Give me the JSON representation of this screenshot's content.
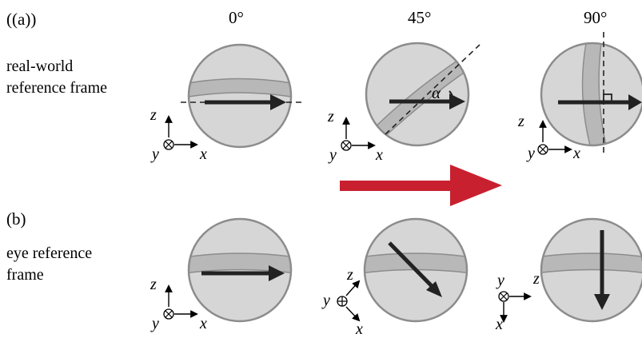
{
  "panel_a": {
    "label": "(a)",
    "frame_label": "real-world\nreference frame",
    "angles": [
      "0°",
      "45°",
      "90°"
    ],
    "angle_symbol": "α"
  },
  "panel_b": {
    "label": "(b)",
    "frame_label": "eye reference\nframe"
  },
  "axes": {
    "x": "x",
    "y": "y",
    "z": "z"
  },
  "colors": {
    "sphere_fill": "#d6d6d6",
    "sphere_stroke": "#8c8c8c",
    "band_fill": "#b8b8b8",
    "arrow": "#222222",
    "rotation_arrow": "#c8202f"
  }
}
